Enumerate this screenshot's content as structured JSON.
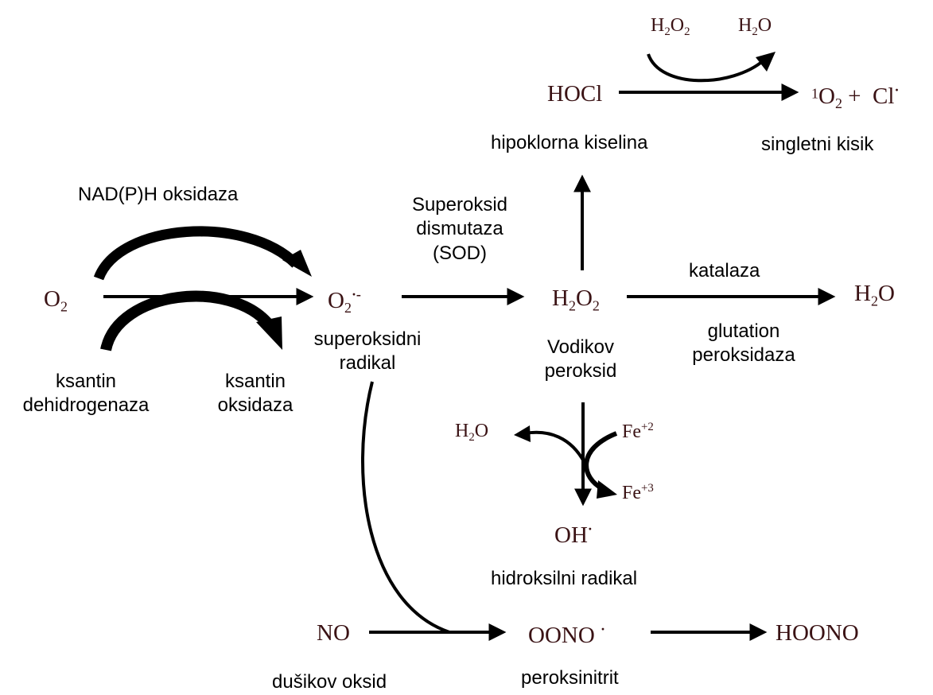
{
  "species": {
    "o2": {
      "base": "O",
      "sub": "2"
    },
    "superoxide": {
      "base": "O",
      "sub": "2",
      "sup": "·-"
    },
    "h2o2_center": {
      "a": "H",
      "s1": "2",
      "b": "O",
      "s2": "2"
    },
    "h2o_right": {
      "a": "H",
      "s1": "2",
      "b": "O"
    },
    "hocl": "HOCl",
    "h2o2_top": {
      "a": "H",
      "s1": "2",
      "b": "O",
      "s2": "2"
    },
    "h2o_top": {
      "a": "H",
      "s1": "2",
      "b": "O"
    },
    "singlet_product": {
      "pre": "1",
      "o": "O",
      "sub": "2",
      "plus": "+ ",
      "cl": "Cl",
      "dot": "·"
    },
    "h2o_fenton": {
      "a": "H",
      "s1": "2",
      "b": "O"
    },
    "fe2": {
      "base": "Fe",
      "sup": "+2"
    },
    "fe3": {
      "base": "Fe",
      "sup": "+3"
    },
    "oh_radical": {
      "base": "OH",
      "sup": "·"
    },
    "no": "NO",
    "oono": {
      "base": "OONO",
      "sup": "·"
    },
    "hoono": "HOONO"
  },
  "labels": {
    "nadph_oxidase": "NAD(P)H oksidaza",
    "xanthine_dehydrogenase": [
      "ksantin",
      "dehidrogenaza"
    ],
    "xanthine_oxidase": [
      "ksantin",
      "oksidaza"
    ],
    "superoxide_radical": [
      "superoksidni",
      "radikal"
    ],
    "sod": [
      "Superoksid",
      "dismutaza",
      "(SOD)"
    ],
    "hydrogen_peroxide": [
      "Vodikov",
      "peroksid"
    ],
    "catalase": "katalaza",
    "glutathione_peroxidase": [
      "glutation",
      "peroksidaza"
    ],
    "hypochlorous_acid": "hipoklorna kiselina",
    "singlet_oxygen": "singletni kisik",
    "hydroxyl_radical": "hidroksilni radikal",
    "nitric_oxide": "dušikov oksid",
    "peroxynitrite": "peroksinitrit"
  }
}
